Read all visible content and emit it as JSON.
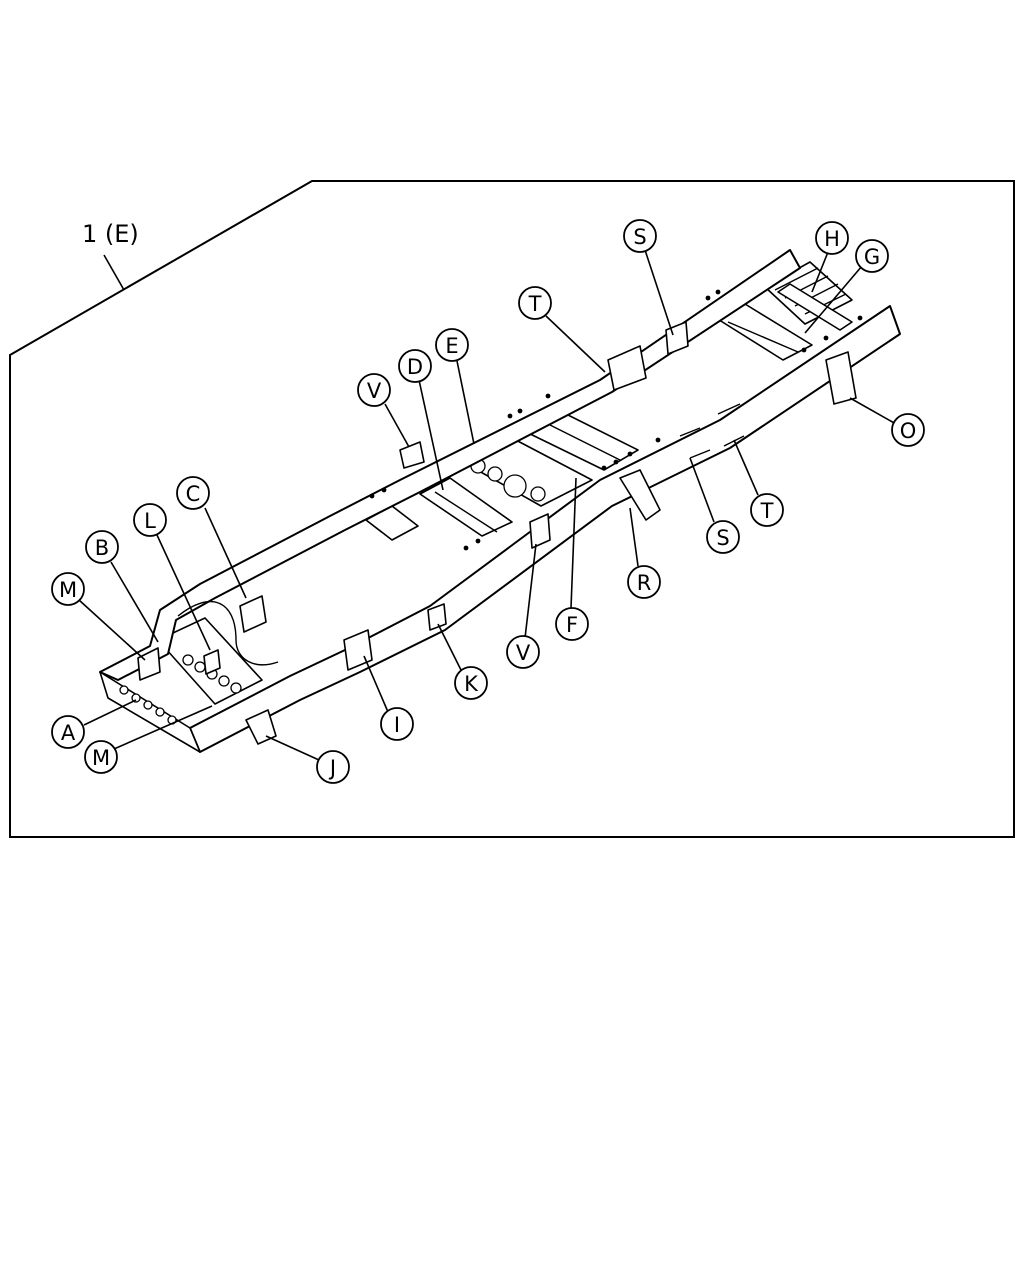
{
  "title": "1 (E)",
  "callouts": [
    "S",
    "H",
    "G",
    "T",
    "E",
    "D",
    "V",
    "C",
    "L",
    "B",
    "M",
    "A",
    "M",
    "J",
    "I",
    "K",
    "V",
    "F",
    "R",
    "S",
    "T",
    "O"
  ]
}
